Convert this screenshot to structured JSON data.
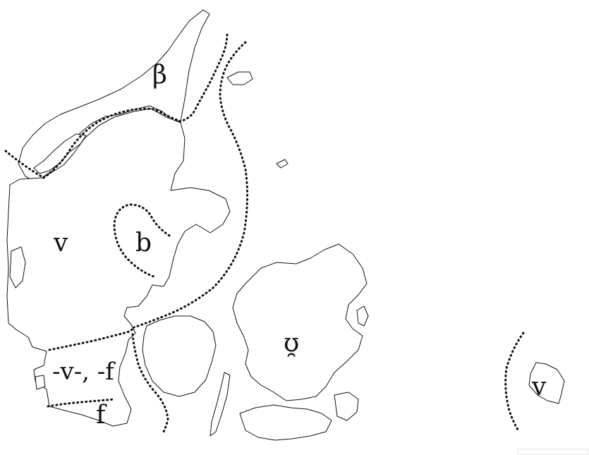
{
  "map": {
    "labels": {
      "beta": "β",
      "v_west": "v",
      "b": "b",
      "medial": "-v-, -f",
      "f": "f",
      "zealand": "ʊ̯",
      "v_bornholm": "v"
    }
  }
}
